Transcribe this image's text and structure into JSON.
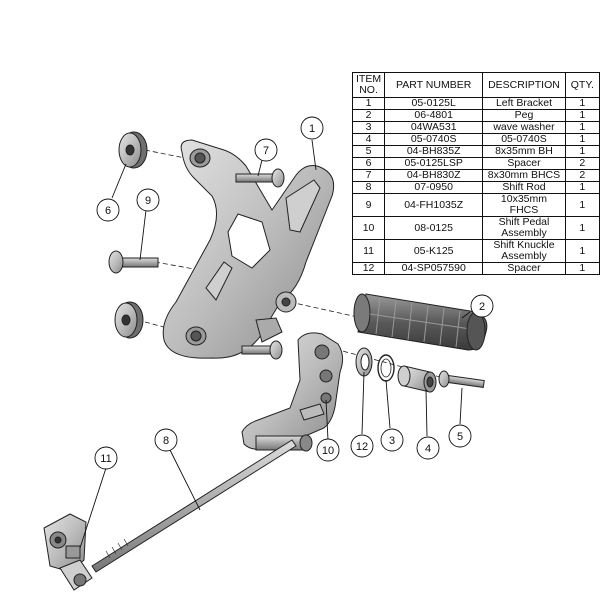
{
  "bom": {
    "headers": {
      "item": "ITEM NO.",
      "part": "PART NUMBER",
      "description": "DESCRIPTION",
      "qty": "QTY."
    },
    "rows": [
      {
        "item": "1",
        "part": "05-0125L",
        "description": "Left Bracket",
        "qty": "1"
      },
      {
        "item": "2",
        "part": "06-4801",
        "description": "Peg",
        "qty": "1"
      },
      {
        "item": "3",
        "part": "04WA531",
        "description": "wave washer",
        "qty": "1"
      },
      {
        "item": "4",
        "part": "05-0740S",
        "description": "05-0740S",
        "qty": "1"
      },
      {
        "item": "5",
        "part": "04-BH835Z",
        "description": "8x35mm BH",
        "qty": "1"
      },
      {
        "item": "6",
        "part": "05-0125LSP",
        "description": "Spacer",
        "qty": "2"
      },
      {
        "item": "7",
        "part": "04-BH830Z",
        "description": "8x30mm BHCS",
        "qty": "2"
      },
      {
        "item": "8",
        "part": "07-0950",
        "description": "Shift Rod",
        "qty": "1"
      },
      {
        "item": "9",
        "part": "04-FH1035Z",
        "description": "10x35mm FHCS",
        "qty": "1"
      },
      {
        "item": "10",
        "part": "08-0125",
        "description": "Shift Pedal Assembly",
        "qty": "1"
      },
      {
        "item": "11",
        "part": "05-K125",
        "description": "Shift Knuckle Assembly",
        "qty": "1"
      },
      {
        "item": "12",
        "part": "04-SP057590",
        "description": "Spacer",
        "qty": "1"
      }
    ]
  },
  "callouts": [
    "1",
    "2",
    "3",
    "4",
    "5",
    "6",
    "7",
    "8",
    "9",
    "10",
    "11",
    "12"
  ]
}
